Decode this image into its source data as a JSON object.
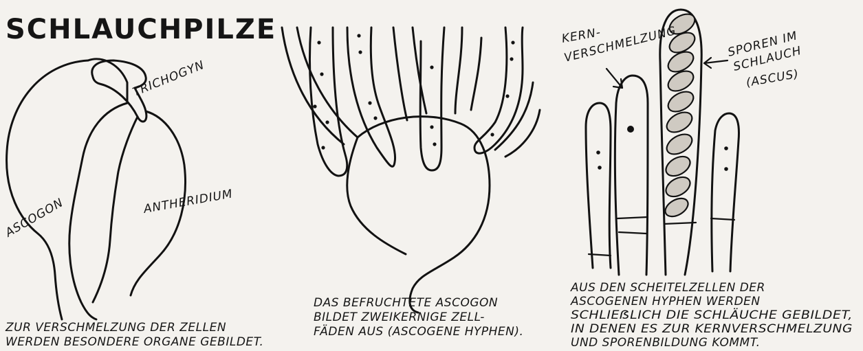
{
  "title": "SCHLAUCHPILZE",
  "panels": [
    {
      "labels": {
        "trichogyn": "TRICHOGYN",
        "ascogon": "ASCOGON",
        "antheridium": "ANTHERIDIUM"
      },
      "caption": [
        "ZUR VERSCHMELZUNG DER ZELLEN",
        "WERDEN BESONDERE ORGANE GEBILDET."
      ]
    },
    {
      "caption": [
        "DAS BEFRUCHTETE ASCOGON",
        "BILDET ZWEIKERNIGE ZELL-",
        "FÄDEN AUS (ASCOGENE HYPHEN)."
      ]
    },
    {
      "labels": {
        "kern_line1": "KERN-",
        "kern_line2": "VERSCHMELZUNG",
        "sporen_line1": "SPOREN IM",
        "sporen_line2": "SCHLAUCH",
        "sporen_line3": "(ASCUS)"
      },
      "caption": [
        "AUS DEN SCHEITELZELLEN DER",
        "ASCOGENEN HYPHEN WERDEN",
        "SCHLIEẞLICH DIE SCHLÄUCHE GEBILDET,",
        "IN DENEN ES ZUR KERNVERSCHMELZUNG",
        "UND SPORENBILDUNG KOMMT."
      ]
    }
  ]
}
